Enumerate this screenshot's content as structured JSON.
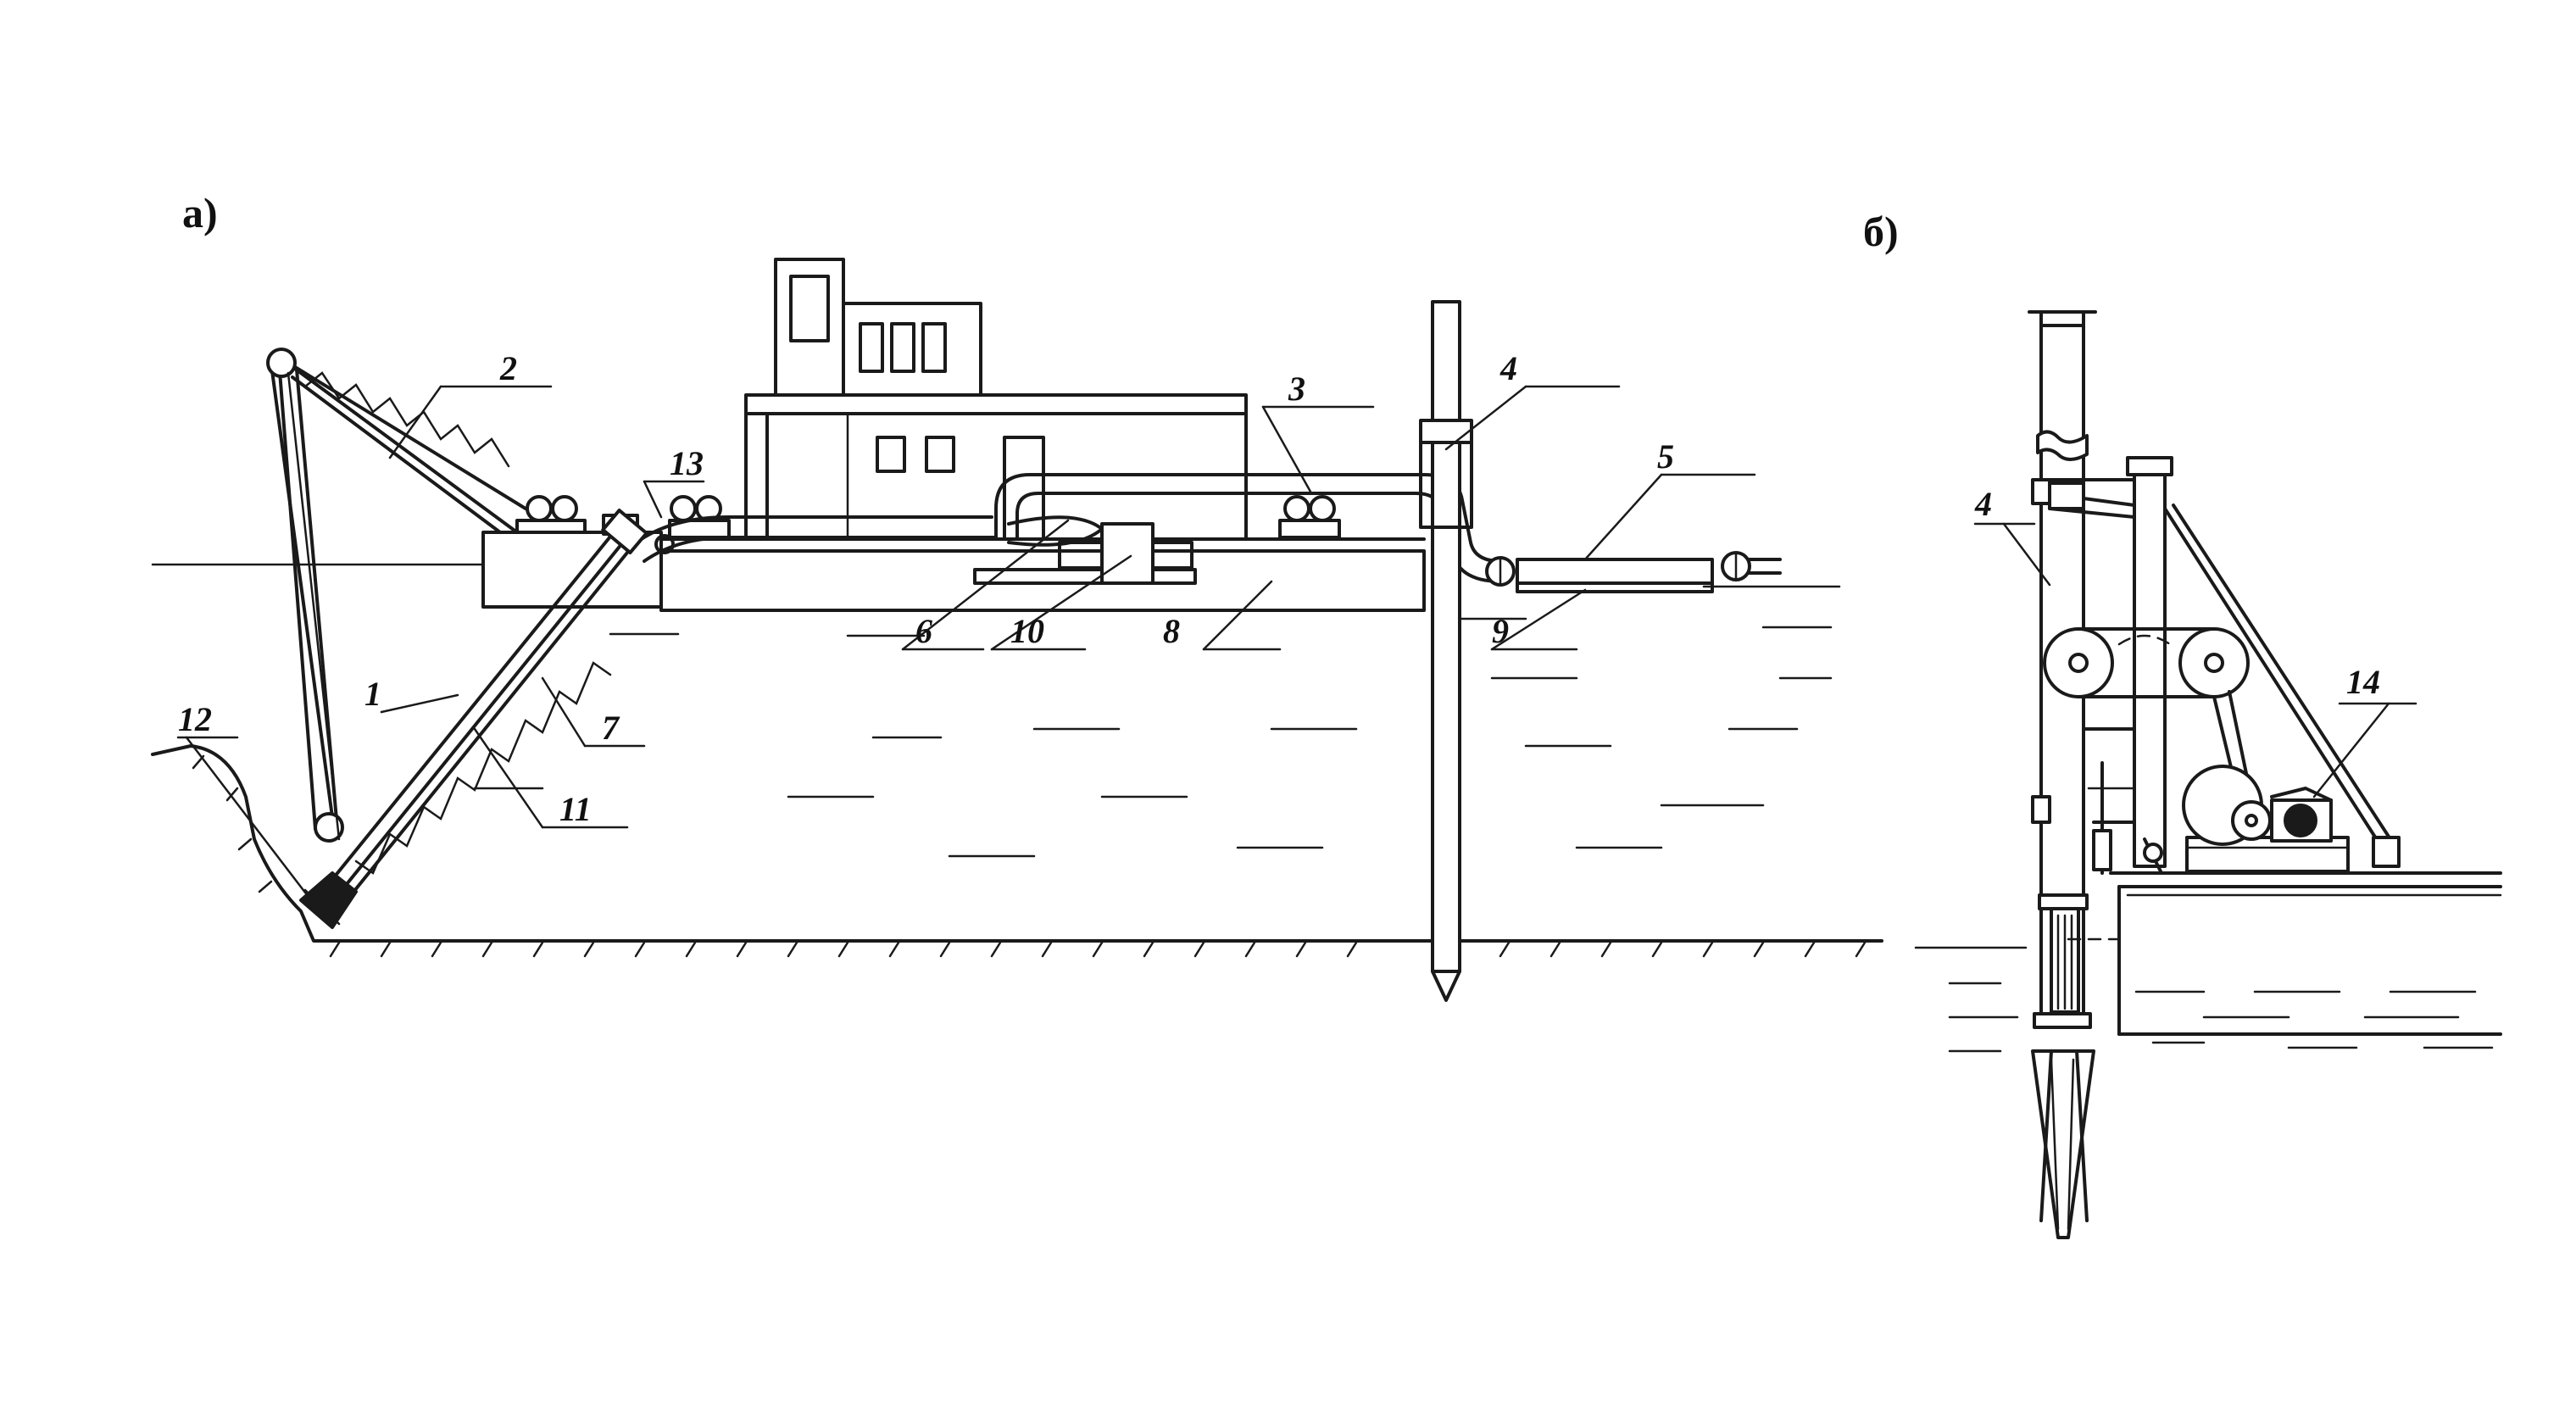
{
  "panels": {
    "a": {
      "label": "а)"
    },
    "b": {
      "label": "б)"
    }
  },
  "callouts": {
    "c1": "1",
    "c2": "2",
    "c3": "3",
    "c4": "4",
    "c5": "5",
    "c6": "6",
    "c7": "7",
    "c8": "8",
    "c9": "9",
    "c10": "10",
    "c11": "11",
    "c12": "12",
    "c13": "13",
    "b4": "4",
    "b14": "14"
  },
  "colors": {
    "ink": "#1a1a1a",
    "background": "#ffffff"
  }
}
